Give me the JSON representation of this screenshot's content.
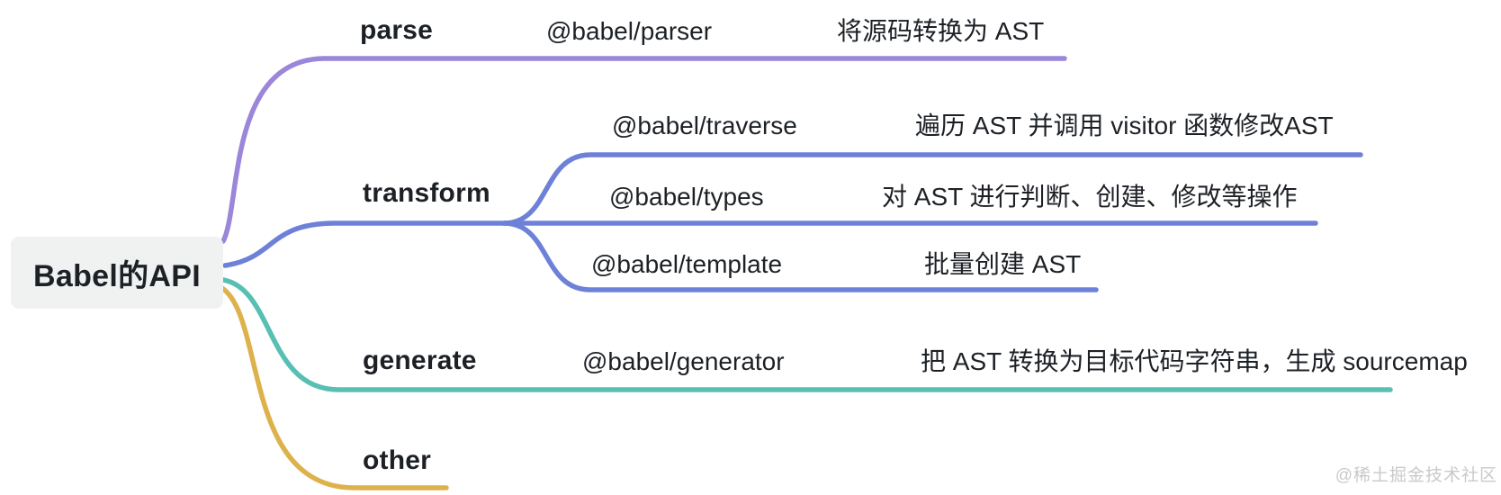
{
  "root": {
    "label": "Babel的API"
  },
  "colors": {
    "parse": "#9b86d9",
    "transform": "#6e81d8",
    "generate": "#57bfb3",
    "other": "#ddb24c",
    "node_bg": "#f0f2f2",
    "text": "#1d2126",
    "watermark": "#c9c9cc"
  },
  "branches": [
    {
      "id": "parse",
      "label": "parse",
      "children": [
        {
          "package": "@babel/parser",
          "desc": "将源码转换为 AST"
        }
      ]
    },
    {
      "id": "transform",
      "label": "transform",
      "children": [
        {
          "package": "@babel/traverse",
          "desc": "遍历 AST 并调用 visitor 函数修改AST"
        },
        {
          "package": "@babel/types",
          "desc": "对 AST 进行判断、创建、修改等操作"
        },
        {
          "package": "@babel/template",
          "desc": "批量创建 AST"
        }
      ]
    },
    {
      "id": "generate",
      "label": "generate",
      "children": [
        {
          "package": "@babel/generator",
          "desc": "把 AST 转换为目标代码字符串，生成 sourcemap"
        }
      ]
    },
    {
      "id": "other",
      "label": "other",
      "children": []
    }
  ],
  "watermark": "@稀土掘金技术社区"
}
